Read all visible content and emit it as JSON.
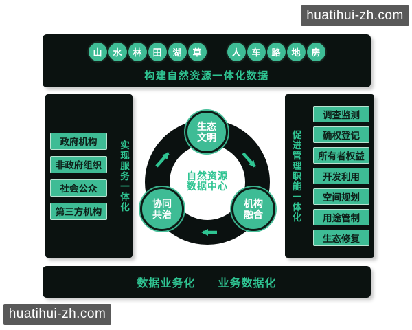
{
  "watermark": {
    "text": "huatihui-zh.com"
  },
  "colors": {
    "green_fill": "#3ebc95",
    "green_text": "#2fc492",
    "panel_dark": "#0b1210",
    "pill_text": "#0e2019",
    "pill_border": "#b9e4d2",
    "watermark_bg": "#595959"
  },
  "top_panel": {
    "group1": [
      "山",
      "水",
      "林",
      "田",
      "湖",
      "草"
    ],
    "group2": [
      "人",
      "车",
      "路",
      "地",
      "房"
    ],
    "caption": "构建自然资源一体化数据"
  },
  "left_panel": {
    "items": [
      "政府机构",
      "非政府组织",
      "社会公众",
      "第三方机构"
    ],
    "vertical_label": "实现服务一体化"
  },
  "right_panel": {
    "vertical_label": "促进管理职能一体化",
    "items": [
      "调查监测",
      "确权登记",
      "所有者权益",
      "开发利用",
      "空间规划",
      "用途管制",
      "生态修复"
    ]
  },
  "center": {
    "hub": {
      "line1": "自然资源",
      "line2": "数据中心"
    },
    "nodes": {
      "top": {
        "line1": "生态",
        "line2": "文明"
      },
      "left": {
        "line1": "协同",
        "line2": "共治"
      },
      "right": {
        "line1": "机构",
        "line2": "融合"
      }
    }
  },
  "bottom_panel": {
    "labels": [
      "数据业务化",
      "业务数据化"
    ]
  }
}
